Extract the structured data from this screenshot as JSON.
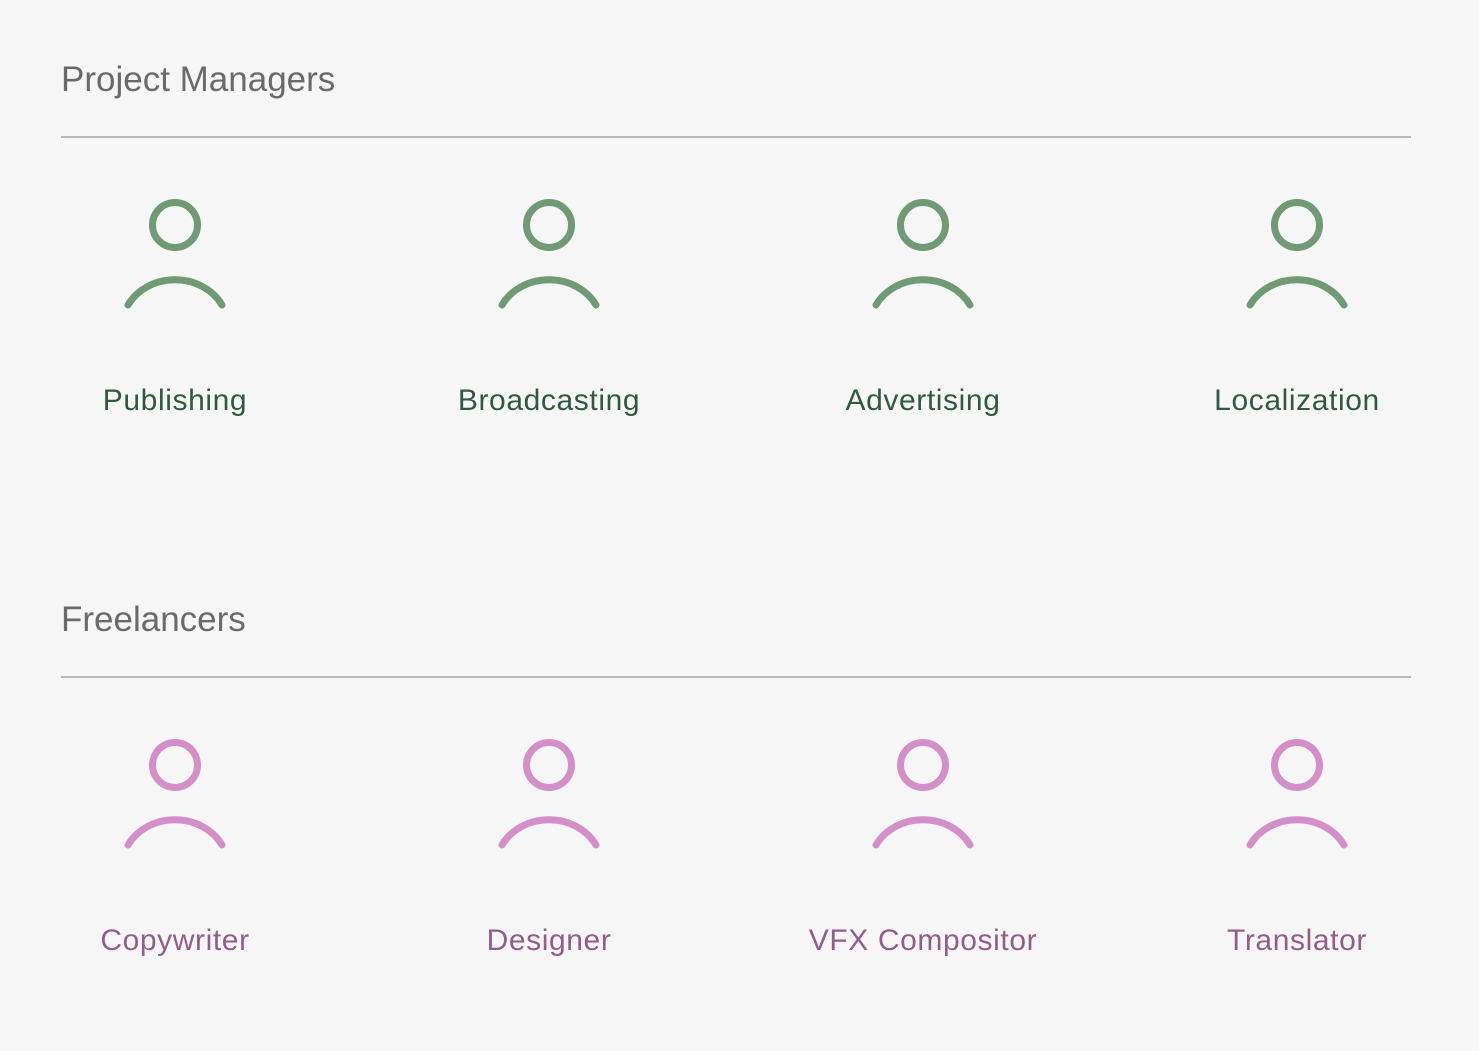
{
  "colors": {
    "background": "#f6f6f6",
    "heading": "#6a6a6a",
    "divider": "#b8b8b8",
    "pm_icon": "#6f9a74",
    "pm_label": "#2f5a3f",
    "fl_icon": "#d390c8",
    "fl_label": "#935c8b"
  },
  "sections": {
    "project_managers": {
      "title": "Project Managers",
      "icon": "person-icon",
      "roles": [
        {
          "label": "Publishing"
        },
        {
          "label": "Broadcasting"
        },
        {
          "label": "Advertising"
        },
        {
          "label": "Localization"
        }
      ]
    },
    "freelancers": {
      "title": "Freelancers",
      "icon": "person-icon",
      "roles": [
        {
          "label": "Copywriter"
        },
        {
          "label": "Designer"
        },
        {
          "label": "VFX Compositor"
        },
        {
          "label": "Translator"
        }
      ]
    }
  }
}
